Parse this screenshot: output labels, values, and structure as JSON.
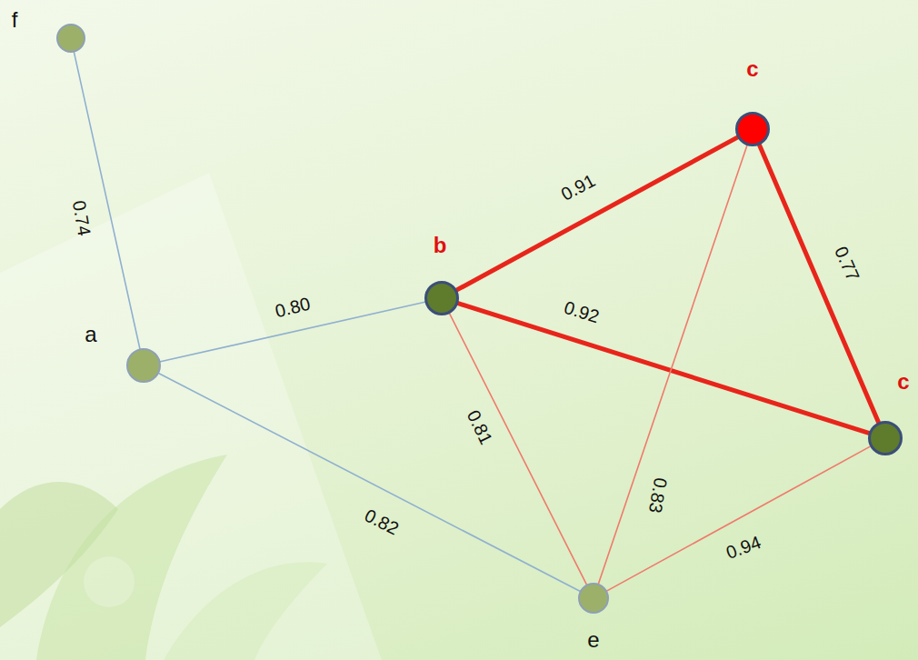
{
  "diagram": {
    "nodes": [
      {
        "text": [
          "f"
        ]
      },
      {
        "text": [
          "c"
        ]
      },
      {
        "text": [
          "b"
        ]
      },
      {
        "text": [
          "a"
        ]
      },
      {
        "text": [
          "c"
        ]
      },
      {
        "text": [
          "e"
        ]
      }
    ],
    "edges": [
      {
        "from": 0,
        "to": 3,
        "arrow": "none",
        "label": "0.74"
      },
      {
        "from": 3,
        "to": 2,
        "arrow": "none",
        "label": "0.80"
      },
      {
        "from": 2,
        "to": 1,
        "arrow": "none",
        "label": "0.91"
      },
      {
        "from": 2,
        "to": 4,
        "arrow": "none",
        "label": "0.92"
      },
      {
        "from": 1,
        "to": 4,
        "arrow": "none",
        "label": "0.77"
      },
      {
        "from": 2,
        "to": 5,
        "arrow": "none",
        "label": "0.81"
      },
      {
        "from": 1,
        "to": 5,
        "arrow": "none",
        "label": "0.83"
      },
      {
        "from": 3,
        "to": 5,
        "arrow": "none",
        "label": "0.82"
      },
      {
        "from": 4,
        "to": 5,
        "arrow": "none",
        "label": "0.94"
      }
    ]
  }
}
